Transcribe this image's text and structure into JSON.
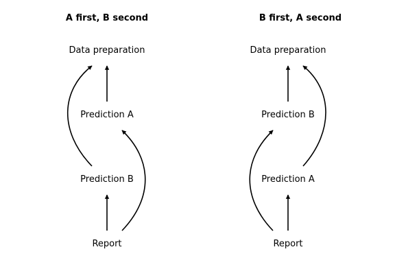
{
  "panels": [
    {
      "title": "A first, B second",
      "nodes": {
        "top": "Data preparation",
        "upper": "Prediction A",
        "lower": "Prediction B",
        "bottom": "Report"
      }
    },
    {
      "title": "B first, A second",
      "nodes": {
        "top": "Data preparation",
        "upper": "Prediction B",
        "lower": "Prediction A",
        "bottom": "Report"
      }
    }
  ],
  "colors": {
    "arrow": "#000000",
    "text": "#000000",
    "background": "#ffffff"
  }
}
